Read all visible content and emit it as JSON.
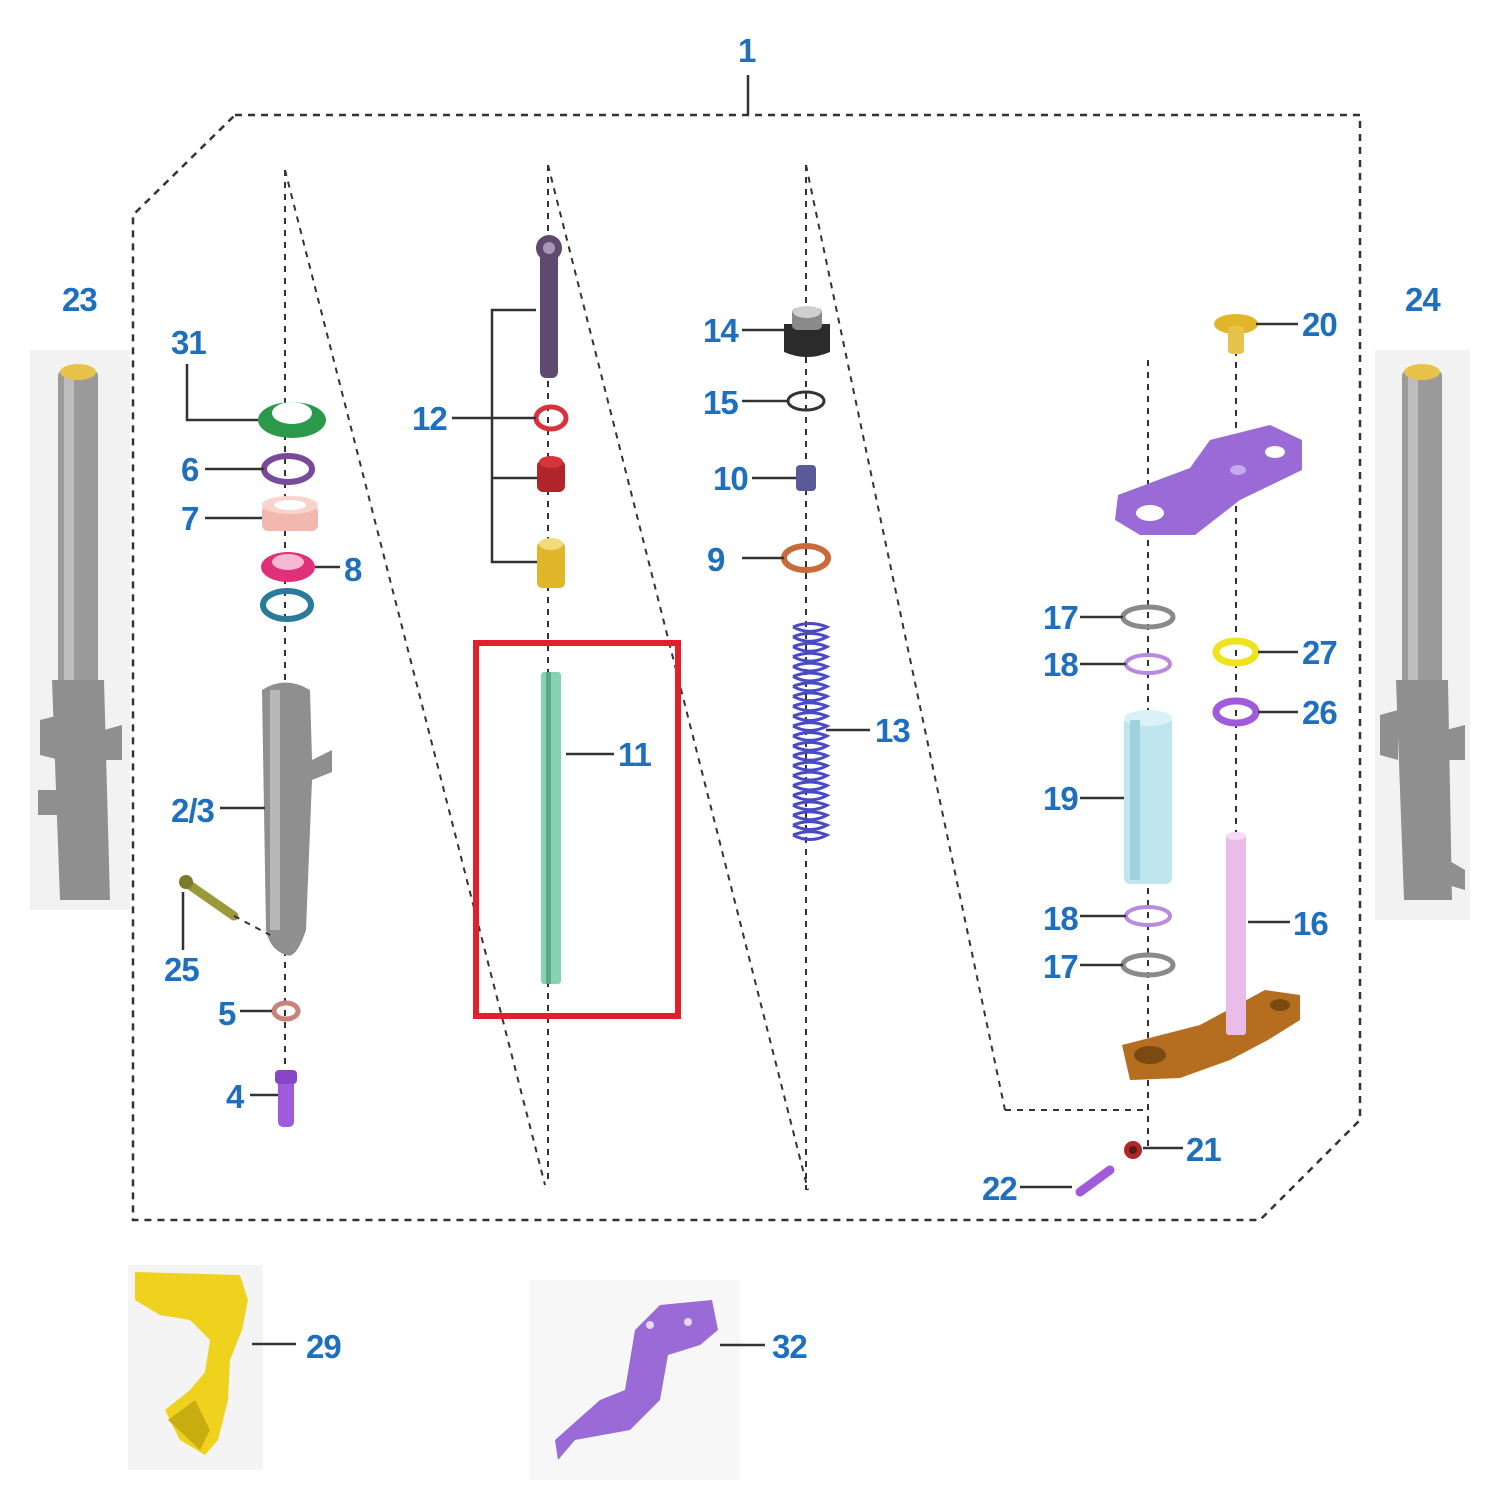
{
  "colors": {
    "label": "#1f6fbf",
    "highlight": "#e0202a",
    "fork_tube": "#9a9a9a",
    "fork_cap": "#e8c34a",
    "damper_rod": "#5d4a6e",
    "oring_red": "#d8323a",
    "adjuster_red": "#b0262b",
    "collar_yellow": "#e2b62b",
    "pipe_green": "#86d2b2",
    "cap_bolt_black": "#2b2b2b",
    "spring_blue": "#4a4ac4",
    "washer_copper": "#c86a3a",
    "bracket_purple": "#9a6ad6",
    "spacer_cyan": "#bfe6ee",
    "steering_shaft_pink": "#e8bde8",
    "under_bracket_brown": "#b56d1f",
    "seal_green": "#2a9a4a",
    "bush_pink": "#f2b8b0",
    "seal_magenta": "#e0307a",
    "ring_teal": "#2a7a9a",
    "stay_yellow": "#efd21e",
    "bolt_purple": "#a05adc"
  },
  "icons": [
    "fork-assembly-icon",
    "oil-seal-icon",
    "dust-seal-icon",
    "bushing-icon",
    "damper-rod-icon",
    "o-ring-icon",
    "damper-adjuster-icon",
    "collar-icon",
    "pipe-icon",
    "cap-bolt-icon",
    "spring-icon",
    "washer-icon",
    "bolt-icon",
    "upper-bracket-icon",
    "under-bracket-icon",
    "bearing-icon",
    "spacer-icon",
    "brake-hose-holder-icon",
    "bracket-stay-icon",
    "nut-icon"
  ],
  "labels": {
    "p1": "1",
    "p2_3": "2/3",
    "p4": "4",
    "p5": "5",
    "p6": "6",
    "p7": "7",
    "p8": "8",
    "p9": "9",
    "p10": "10",
    "p11": "11",
    "p12": "12",
    "p13": "13",
    "p14": "14",
    "p15": "15",
    "p16": "16",
    "p17a": "17",
    "p17b": "17",
    "p18a": "18",
    "p18b": "18",
    "p19": "19",
    "p20": "20",
    "p21": "21",
    "p22": "22",
    "p23": "23",
    "p24": "24",
    "p25": "25",
    "p26": "26",
    "p27": "27",
    "p29": "29",
    "p31": "31",
    "p32": "32"
  },
  "highlighted_part": "11"
}
